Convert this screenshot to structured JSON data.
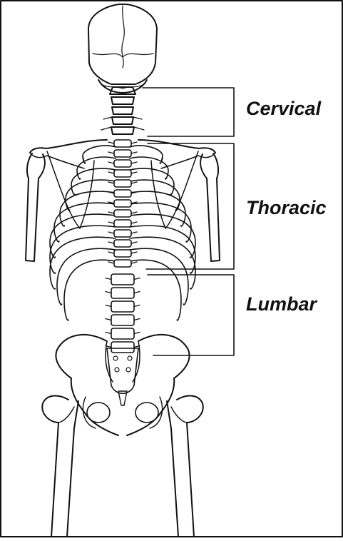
{
  "regions": {
    "cervical": "Cervical",
    "thoracic": "Thoracic",
    "lumbar": "Lumbar"
  },
  "colors": {
    "line": "#111111",
    "background": "#ffffff"
  }
}
